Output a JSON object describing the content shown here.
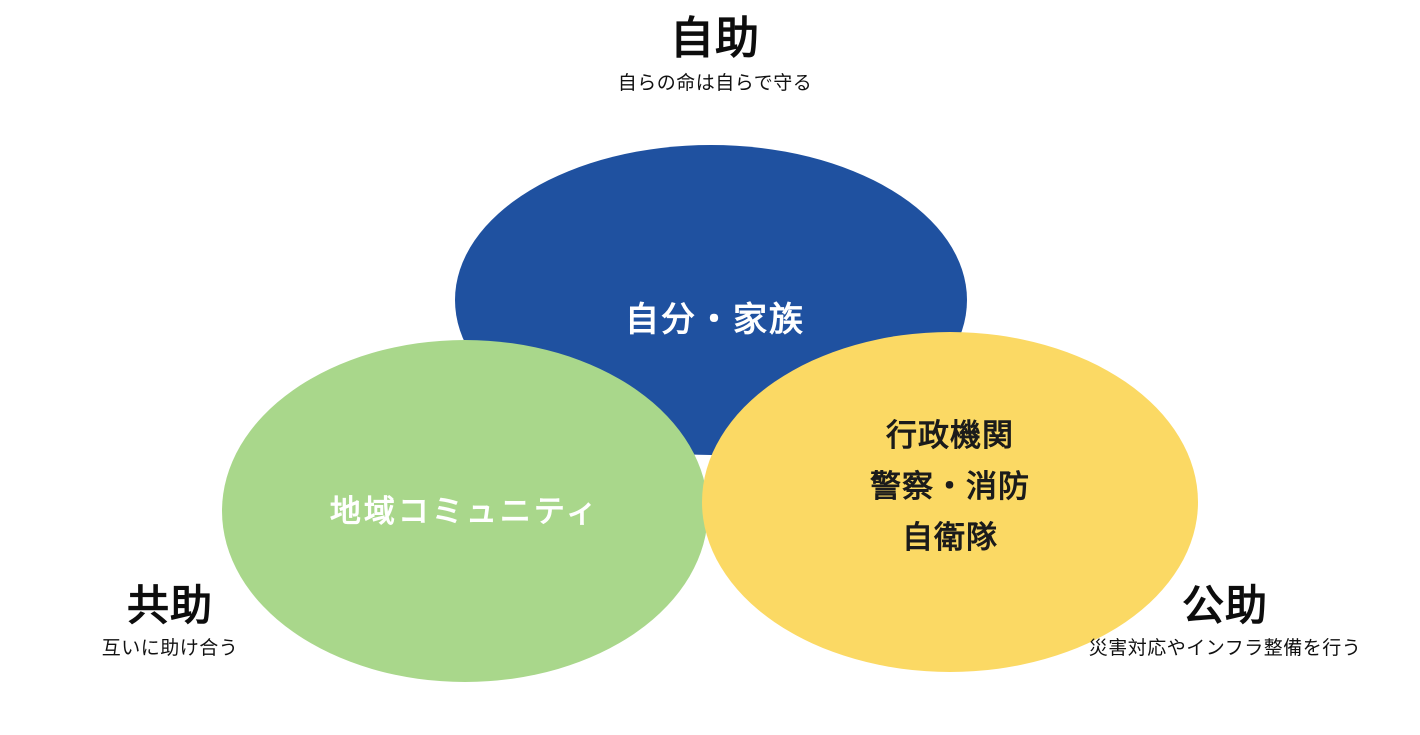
{
  "diagram": {
    "type": "venn",
    "background": "#ffffff",
    "colors": {
      "self_help": "#1f51a0",
      "mutual_help": "#a9d78b",
      "public_help": "#fbd964",
      "text_on_dark": "#ffffff",
      "text_on_light": "#1b1b1b",
      "heading": "#0d0d0d"
    },
    "circles": [
      {
        "id": "self_help",
        "heading": "自助",
        "subtitle": "自らの命は自らで守る",
        "color": "#1f51a0",
        "members": [
          "自分・家族"
        ]
      },
      {
        "id": "mutual_help",
        "heading": "共助",
        "subtitle": "互いに助け合う",
        "color": "#a9d78b",
        "members": [
          "地域コミュニティ"
        ]
      },
      {
        "id": "public_help",
        "heading": "公助",
        "subtitle": "災害対応やインフラ整備を行う",
        "color": "#fbd964",
        "members": [
          "行政機関",
          "警察・消防",
          "自衛隊"
        ]
      }
    ]
  }
}
